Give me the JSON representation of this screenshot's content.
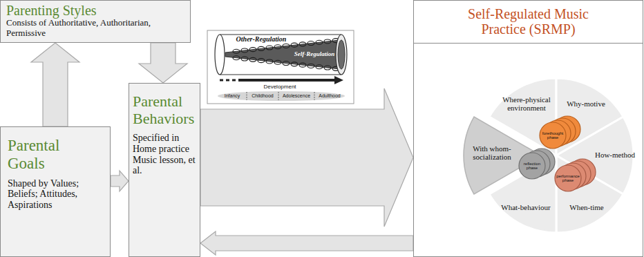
{
  "diagram": {
    "nodes": [
      {
        "text": [
          "Parenting Styles",
          "Consists of Authoritative, Authoritarian, Permissive"
        ]
      },
      {
        "text": [
          "Parental Goals",
          "Shaped by Values; Beliefs; Attitudes, Aspirations"
        ]
      },
      {
        "text": [
          "Parental Behaviors",
          "Specified in Home practice Music lesson, et al."
        ]
      },
      {
        "text": [
          "Self-Regulated Music Practice (SRMP)"
        ]
      }
    ],
    "edges": [
      {
        "from": 1,
        "to": 0,
        "arrow": "to"
      },
      {
        "from": 0,
        "to": 2,
        "arrow": "to"
      },
      {
        "from": 1,
        "to": 2,
        "arrow": "to"
      },
      {
        "from": 2,
        "to": 3,
        "arrow": "to"
      },
      {
        "from": 3,
        "to": 2,
        "arrow": "to"
      }
    ],
    "labels": [
      "Other-Regulation",
      "Self-Regulation",
      "Development",
      "Infancy",
      "Childhood",
      "Adolescence",
      "Adulthood",
      "Where-physical environment",
      "Why-motive",
      "How-method",
      "With whom-socialization",
      "What-behaviour",
      "When-time",
      "forethought phase",
      "performance phase",
      "reflection phase"
    ]
  }
}
